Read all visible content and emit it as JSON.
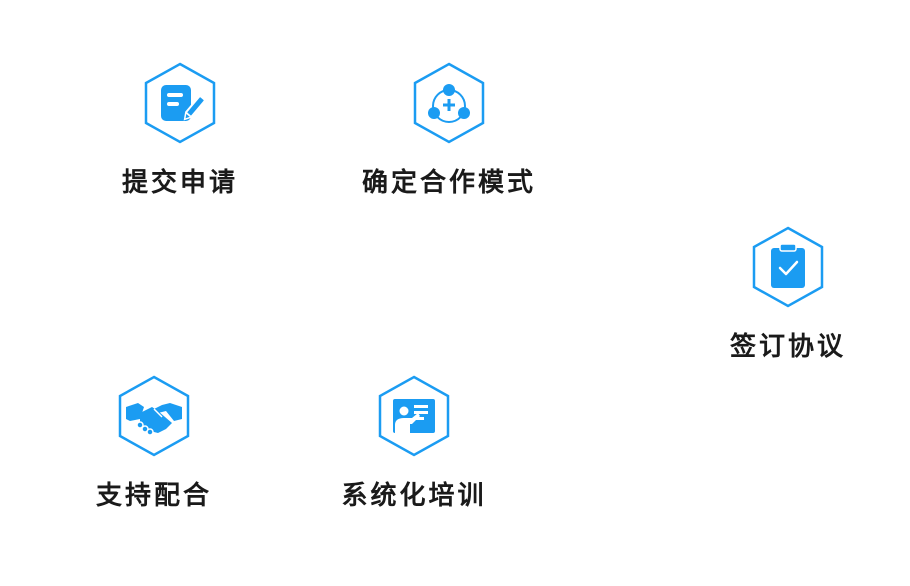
{
  "colors": {
    "accent": "#1b9cf2",
    "text": "#1a1a1a",
    "background": "#ffffff"
  },
  "steps": [
    {
      "label": "提交申请",
      "icon": "edit-document-icon"
    },
    {
      "label": "确定合作模式",
      "icon": "network-add-icon"
    },
    {
      "label": "签订协议",
      "icon": "clipboard-check-icon"
    },
    {
      "label": "支持配合",
      "icon": "handshake-icon"
    },
    {
      "label": "系统化培训",
      "icon": "presentation-training-icon"
    }
  ]
}
